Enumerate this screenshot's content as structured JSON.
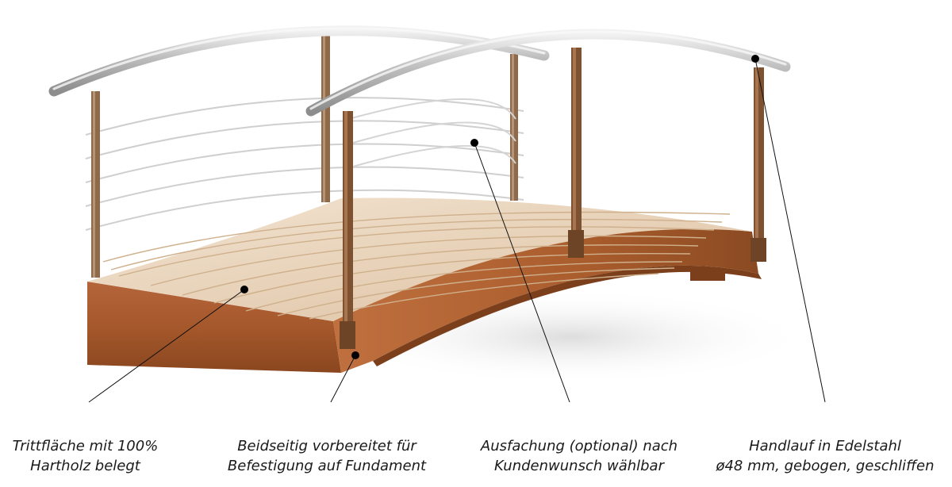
{
  "callouts": [
    {
      "line1": "Trittfläche mit 100%",
      "line2": "Hartholz belegt"
    },
    {
      "line1": "Beidseitig vorbereitet für",
      "line2": "Befestigung auf Fundament"
    },
    {
      "line1": "Ausfachung (optional) nach",
      "line2": "Kundenwunsch wählbar"
    },
    {
      "line1": "Handlauf in Edelstahl",
      "line2": "ø48 mm, gebogen, geschliffen"
    }
  ],
  "colors": {
    "corten": "#a5582b",
    "corten_dark": "#7c3f1c",
    "wood": "#e6cdb0",
    "wood_line": "#cfb08c",
    "steel": "#b9b9b9",
    "text": "#1a1a1a"
  }
}
